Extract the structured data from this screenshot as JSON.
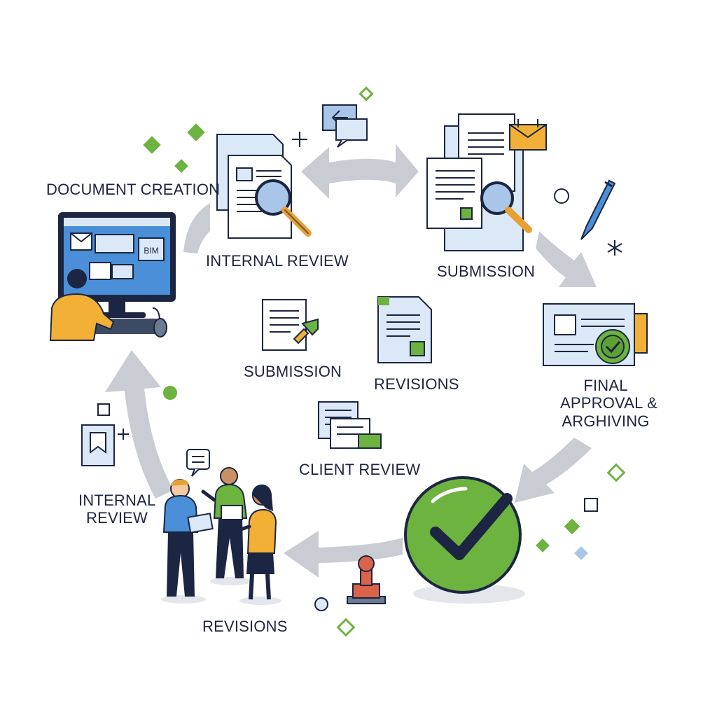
{
  "diagram": {
    "outer_steps": [
      {
        "key": "document_creation",
        "label": "DOCUMENT CREATION"
      },
      {
        "key": "internal_review_top",
        "label": "INTERNAL REVIEW"
      },
      {
        "key": "submission_top",
        "label": "SUBMISSION"
      },
      {
        "key": "final_approval",
        "label_lines": [
          "FINAL",
          "APPROVAL &",
          "ARGHIVING"
        ]
      },
      {
        "key": "revisions_bottom",
        "label": "REVISIONS"
      },
      {
        "key": "internal_review_left",
        "label_lines": [
          "INTERNAL",
          "REVIEW"
        ]
      }
    ],
    "inner_steps": [
      {
        "key": "submission_inner",
        "label": "SUBMISSION"
      },
      {
        "key": "revisions_inner",
        "label": "REVISIONS"
      },
      {
        "key": "client_review",
        "label": "CLIENT REVIEW"
      }
    ],
    "monitor_badge": "BIM"
  },
  "colors": {
    "outline": "#1c2541",
    "arrow": "#c9ccd2",
    "doc_blue": "#dbe8f7",
    "accent_blue": "#4a8fd8",
    "green": "#6cb33f",
    "orange": "#f2b136",
    "stamp_red": "#d9644a"
  },
  "icons": [
    "monitor-icon",
    "document-stack-icon",
    "magnifier-icon",
    "chat-bubbles-icon",
    "calendar-envelope-icon",
    "pen-icon",
    "certificate-seal-icon",
    "check-circle-icon",
    "rubber-stamp-icon",
    "team-meeting-icon",
    "bookmark-doc-icon"
  ]
}
